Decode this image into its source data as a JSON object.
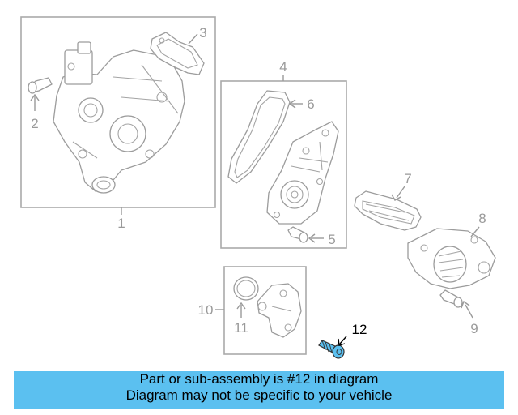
{
  "callouts": {
    "c1": "1",
    "c2": "2",
    "c3": "3",
    "c4": "4",
    "c5": "5",
    "c6": "6",
    "c7": "7",
    "c8": "8",
    "c9": "9",
    "c10": "10",
    "c11": "11",
    "c12": "12"
  },
  "highlight_color": "#5bc0f0",
  "banner": {
    "line1": "Part or sub-assembly is #12 in diagram",
    "line2": "Diagram may not be specific to your vehicle"
  }
}
